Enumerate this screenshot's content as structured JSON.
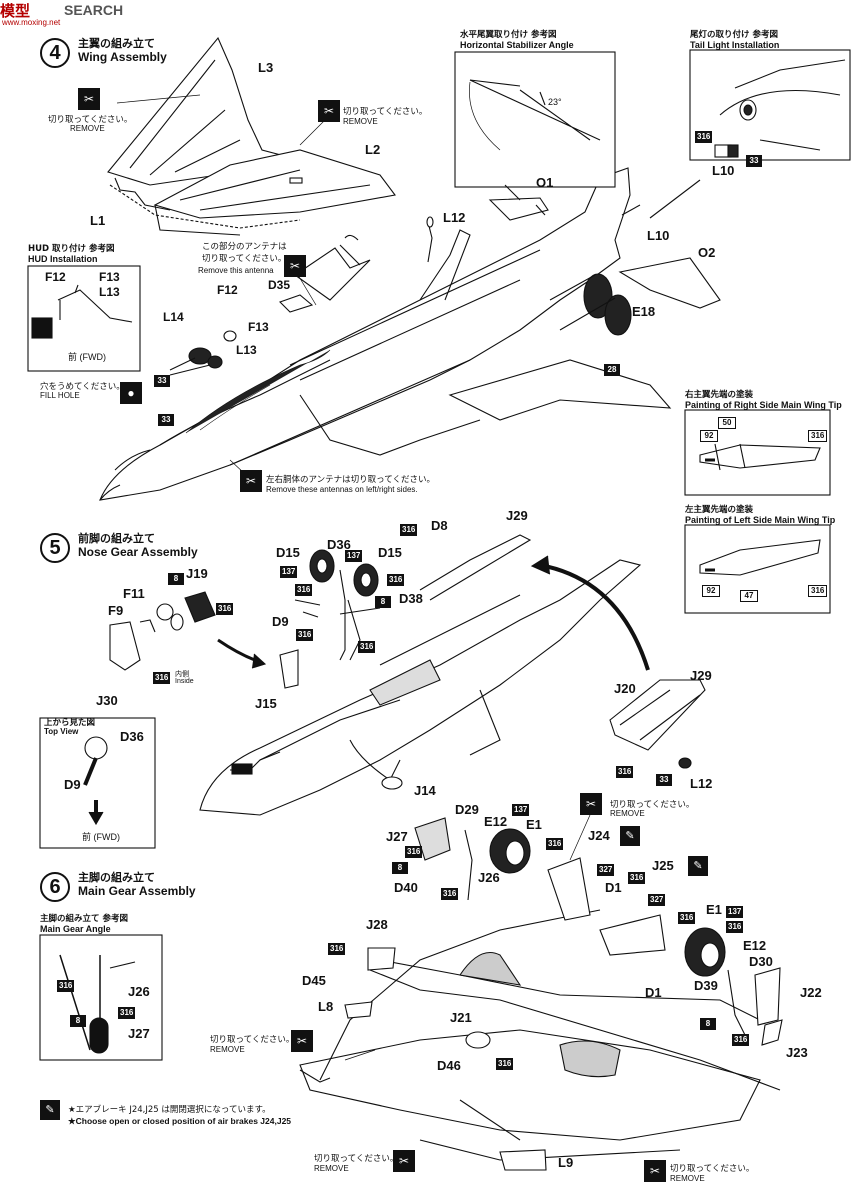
{
  "watermark": {
    "brand": "模型",
    "site": "SEARCH",
    "url": "www.moxing.net"
  },
  "step4": {
    "num": "4",
    "jp": "主翼の組み立て",
    "en": "Wing Assembly"
  },
  "step5": {
    "num": "5",
    "jp": "前脚の組み立て",
    "en": "Nose Gear Assembly"
  },
  "step6": {
    "num": "6",
    "jp": "主脚の組み立て",
    "en": "Main Gear Assembly"
  },
  "stab_panel": {
    "jp": "水平尾翼取り付け 参考図",
    "en": "Horizontal Stabilizer Angle",
    "angle": "23°"
  },
  "tail_panel": {
    "jp": "尾灯の取り付け 参考図",
    "en": "Tail Light Installation"
  },
  "hud_panel": {
    "jp": "HUD 取り付け 参考図",
    "en": "HUD Installation",
    "fwd": "前 (FWD)"
  },
  "right_tip": {
    "jp": "右主翼先端の塗装",
    "en": "Painting of Right Side Main Wing Tip"
  },
  "left_tip": {
    "jp": "左主翼先端の塗装",
    "en": "Painting of Left Side Main Wing Tip"
  },
  "top_view": {
    "jp": "上から見た図",
    "en": "Top View",
    "fwd": "前 (FWD)"
  },
  "main_gear_angle": {
    "jp": "主脚の組み立て 参考図",
    "en": "Main Gear Angle"
  },
  "notes": {
    "cut_jp": "切り取ってください。",
    "cut_en": "REMOVE",
    "antenna_jp": "この部分のアンテナは\n切り取ってください。",
    "antenna_jp1": "この部分のアンテナは",
    "antenna_jp2": "切り取ってください。",
    "antenna_en": "Remove this antenna",
    "side_antenna_jp": "左右胴体のアンテナは切り取ってください。",
    "side_antenna_en": "Remove these antennas on left/right sides.",
    "fill_jp": "穴をうめてください。",
    "fill_en": "FILL HOLE",
    "inside_jp": "内側",
    "inside_en": "Inside",
    "airbrake_jp": "★エアブレーキ J24,J25 は開閉選択になっています。",
    "airbrake_en": "★Choose open or closed position of air brakes J24,J25"
  },
  "parts": {
    "L1": "L1",
    "L2": "L2",
    "L3": "L3",
    "L8": "L8",
    "L9": "L9",
    "L10": "L10",
    "L12": "L12",
    "L13": "L13",
    "L14": "L14",
    "O1": "O1",
    "O2": "O2",
    "E1": "E1",
    "E12": "E12",
    "E18": "E18",
    "F9": "F9",
    "F11": "F11",
    "F12": "F12",
    "F13": "F13",
    "D1": "D1",
    "D8": "D8",
    "D9": "D9",
    "D15": "D15",
    "D29": "D29",
    "D30": "D30",
    "D35": "D35",
    "D36": "D36",
    "D38": "D38",
    "D39": "D39",
    "D40": "D40",
    "D45": "D45",
    "D46": "D46",
    "J14": "J14",
    "J15": "J15",
    "J19": "J19",
    "J20": "J20",
    "J21": "J21",
    "J22": "J22",
    "J23": "J23",
    "J24": "J24",
    "J25": "J25",
    "J26": "J26",
    "J27": "J27",
    "J28": "J28",
    "J29": "J29",
    "J30": "J30"
  },
  "paints": {
    "p8": "8",
    "p28": "28",
    "p33": "33",
    "p47": "47",
    "p50": "50",
    "p92": "92",
    "p137": "137",
    "p316": "316",
    "p327": "327"
  }
}
